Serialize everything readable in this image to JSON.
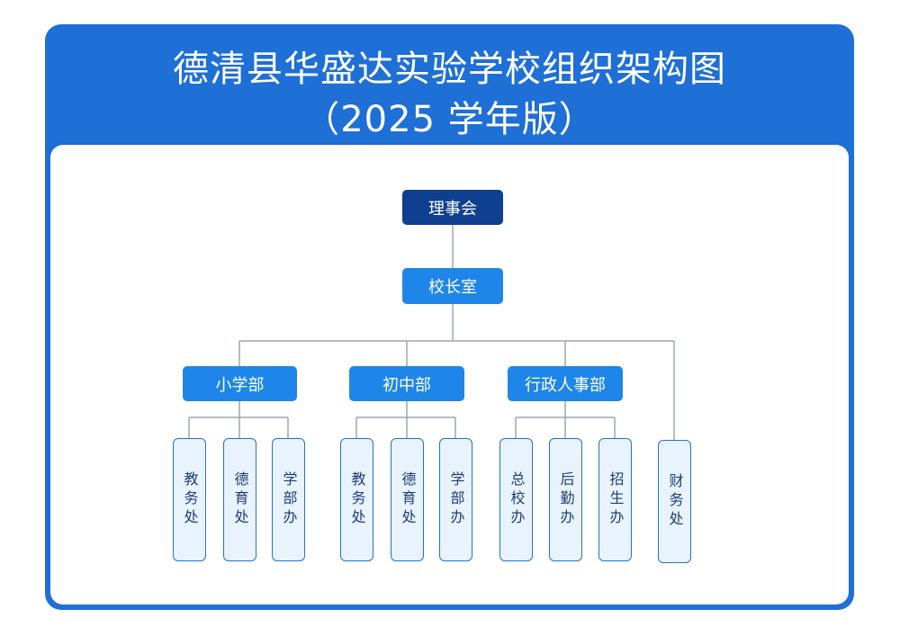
{
  "title": {
    "line1": "德清县华盛达实验学校组织架构图",
    "line2": "（2025 学年版）"
  },
  "colors": {
    "frame": "#1e6fd6",
    "top_node": "#0f3f8f",
    "mid_node": "#1d86e8",
    "leaf_fill": "#e9f3fd",
    "leaf_border": "#2372cf",
    "connector": "#9aa7b5"
  },
  "chart": {
    "root": "理事会",
    "principal_office": "校长室",
    "divisions": [
      {
        "label": "小学部",
        "units": [
          "教务处",
          "德育处",
          "学部办"
        ]
      },
      {
        "label": "初中部",
        "units": [
          "教务处",
          "德育处",
          "学部办"
        ]
      },
      {
        "label": "行政人事部",
        "units": [
          "总校办",
          "后勤办",
          "招生办"
        ]
      }
    ],
    "standalone_unit": "财务处"
  }
}
